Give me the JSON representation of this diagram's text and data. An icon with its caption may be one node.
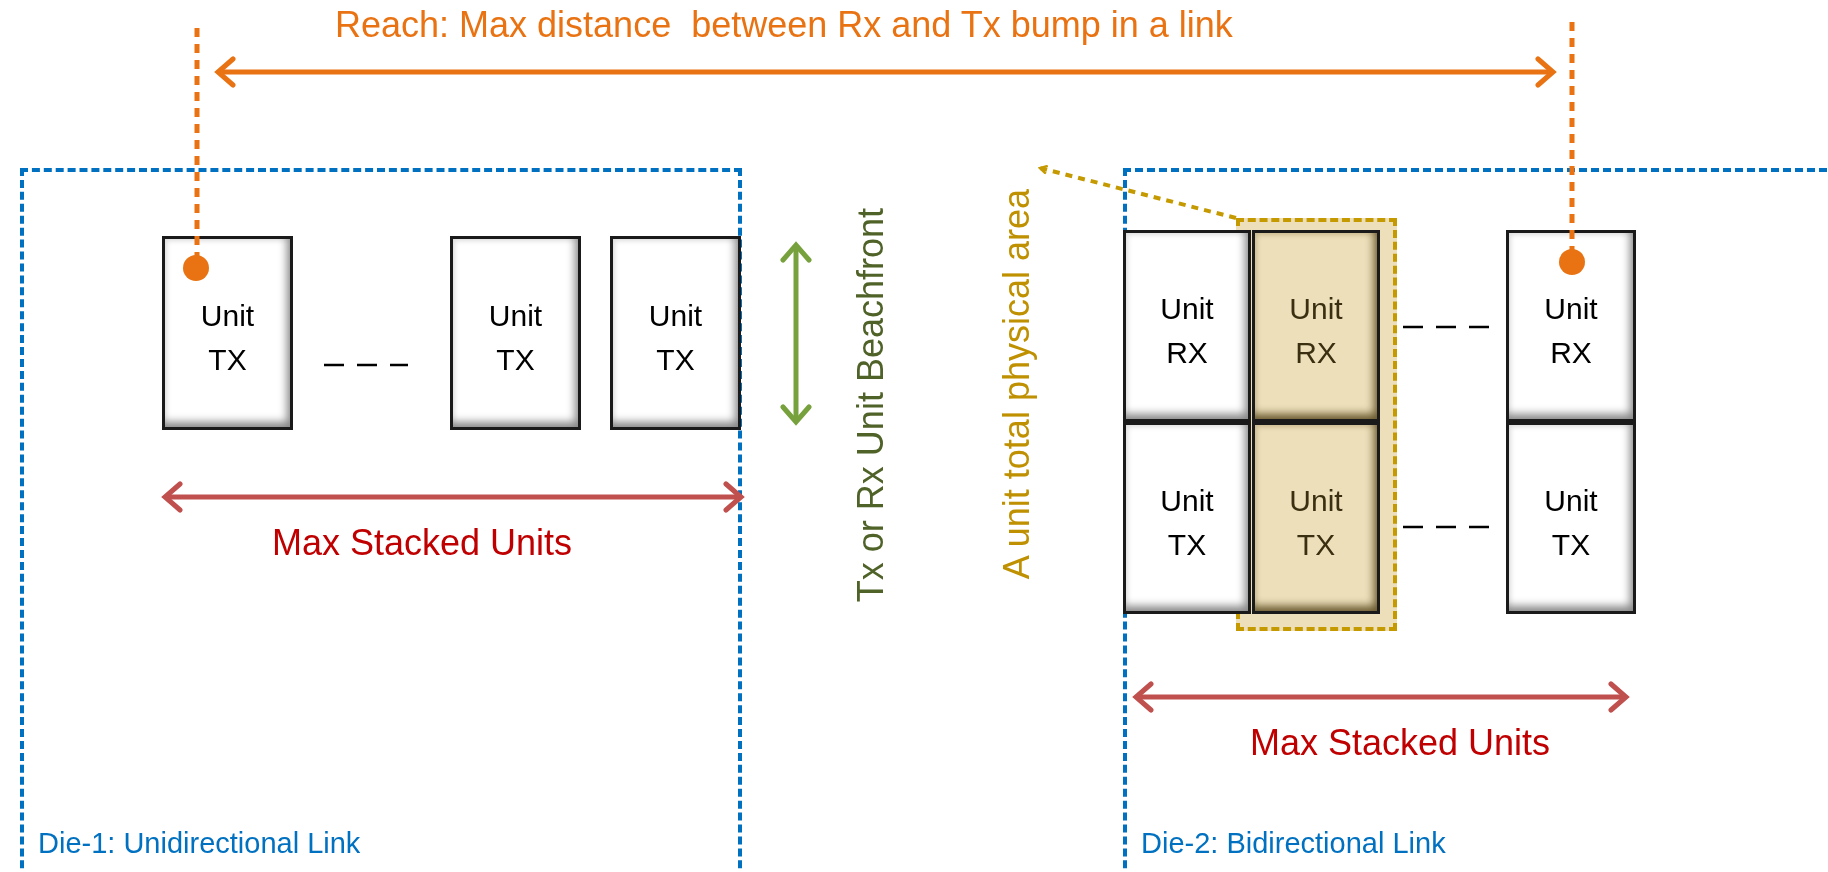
{
  "diagram": {
    "nodes": [
      {
        "text": [
          "Die-1: Unidirectional Link"
        ]
      },
      {
        "text": [
          "Unit TX"
        ],
        "in": 0
      },
      {
        "text": [
          "Unit TX"
        ],
        "in": 0
      },
      {
        "text": [
          "Unit TX"
        ],
        "in": 0
      },
      {
        "text": [
          "Die-2: Bidirectional Link"
        ]
      },
      {
        "text": [
          "Unit RX"
        ],
        "in": 4
      },
      {
        "text": [
          "Unit TX"
        ],
        "in": 4
      },
      {
        "text": [],
        "shape": "box",
        "in": 4
      },
      {
        "text": [
          "Unit RX"
        ],
        "in": 7
      },
      {
        "text": [
          "Unit TX"
        ],
        "in": 7
      },
      {
        "text": [
          "Unit RX"
        ],
        "in": 4
      },
      {
        "text": [
          "Unit TX"
        ],
        "in": 4
      },
      {
        "text": [
          "A unit total physical area"
        ]
      }
    ],
    "edges": [
      {
        "from": 7,
        "to": 12,
        "arrow": "to",
        "style": "dashed",
        "color": "#c49a00"
      }
    ],
    "labels": [
      "Reach: Max distance  between Rx and Tx bump in a link",
      "Max Stacked Units",
      "Tx or Rx Unit Beachfront",
      "Max Stacked Units"
    ]
  }
}
